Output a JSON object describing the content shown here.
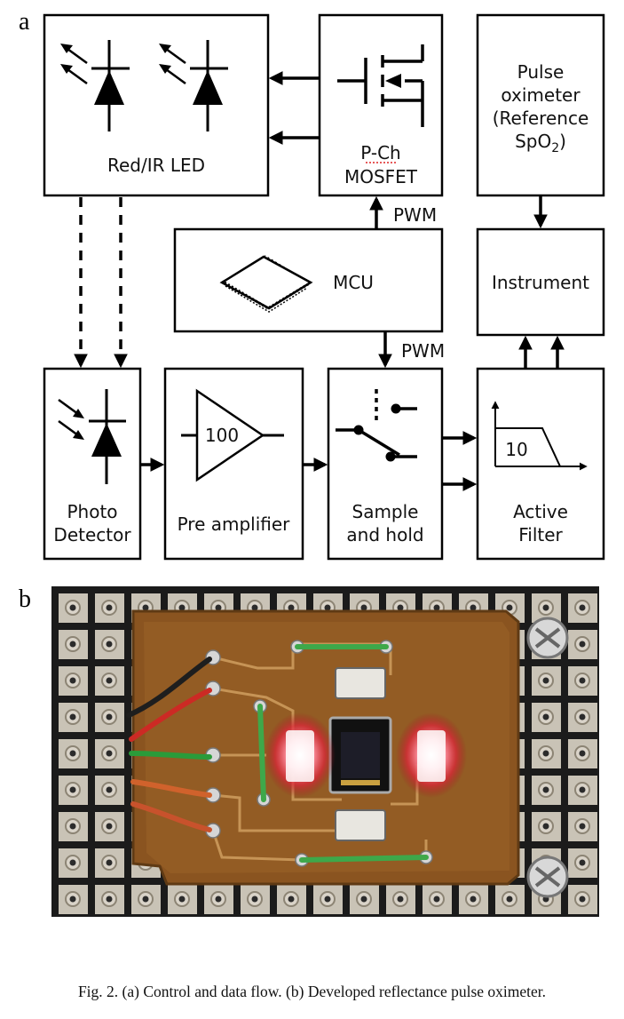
{
  "panel_a_label": "a",
  "panel_b_label": "b",
  "blocks": {
    "led": "Red/IR LED",
    "mosfet_line1": "P-Ch",
    "mosfet_line2": "MOSFET",
    "oximeter_line1": "Pulse",
    "oximeter_line2": "oximeter",
    "oximeter_line3": "(Reference",
    "oximeter_line4_base": "SpO",
    "oximeter_line4_sub": "2",
    "oximeter_line4_close": ")",
    "mcu": "MCU",
    "instrument": "Instrument",
    "photo_line1": "Photo",
    "photo_line2": "Detector",
    "preamp": "Pre amplifier",
    "preamp_gain": "100",
    "sample_line1": "Sample",
    "sample_line2": "and hold",
    "filter_line1": "Active",
    "filter_line2": "Filter",
    "filter_gain": "10"
  },
  "signals": {
    "pwm_top": "PWM",
    "pwm_bottom": "PWM"
  },
  "caption": "Fig. 2.  (a) Control and data flow. (b) Developed reflectance pulse oximeter."
}
